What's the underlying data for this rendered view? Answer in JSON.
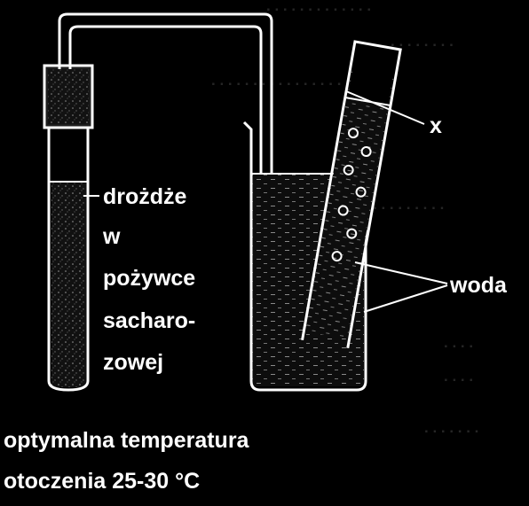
{
  "diagram": {
    "labels": {
      "yeast_line1": "drożdże",
      "yeast_line2": "w",
      "yeast_line3": "pożywce",
      "yeast_line4": "sacharo-",
      "yeast_line5": "zowej",
      "x_label": "x",
      "water_label": "woda",
      "caption_line1": "optymalna  temperatura",
      "caption_line2": "otoczenia  25-30  °C"
    },
    "colors": {
      "background": "#000000",
      "line": "#ffffff",
      "liquid": "#222222"
    }
  }
}
